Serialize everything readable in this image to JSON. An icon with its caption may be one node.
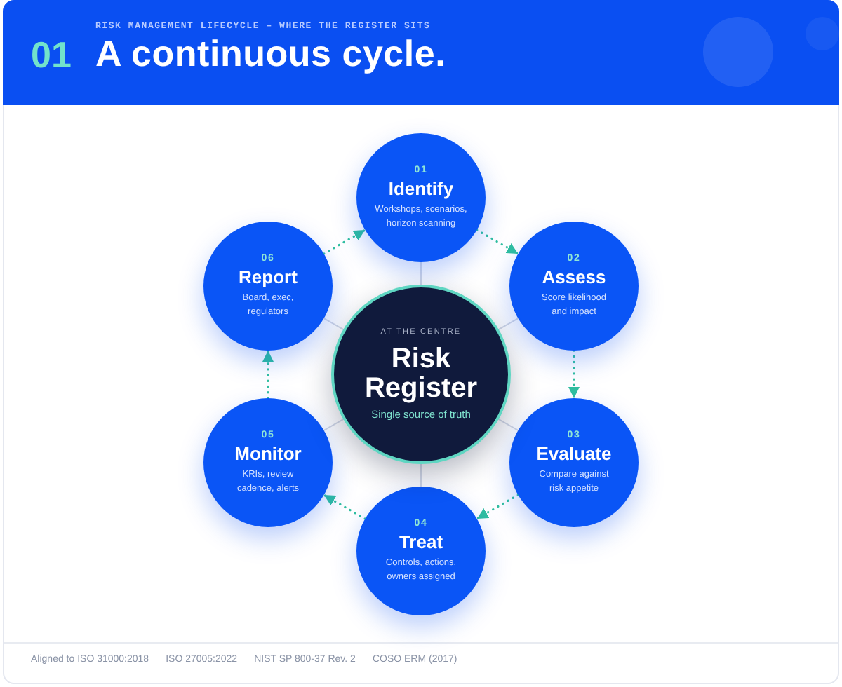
{
  "diagram": {
    "title": "A continuous cycle.",
    "nodes": [
      {
        "text": [
          "01",
          "Identify",
          "Workshops, scenarios, horizon scanning"
        ]
      },
      {
        "text": [
          "02",
          "Assess",
          "Score likelihood and impact"
        ]
      },
      {
        "text": [
          "03",
          "Evaluate",
          "Compare against risk appetite"
        ]
      },
      {
        "text": [
          "04",
          "Treat",
          "Controls, actions, owners assigned"
        ]
      },
      {
        "text": [
          "05",
          "Monitor",
          "KRIs, review cadence, alerts"
        ]
      },
      {
        "text": [
          "06",
          "Report",
          "Board, exec, regulators"
        ]
      },
      {
        "text": [
          "AT THE CENTRE",
          "Risk Register",
          "Single source of truth"
        ]
      }
    ],
    "edges": [
      {
        "from": 0,
        "to": 1,
        "arrow": "to",
        "style": "dashed",
        "color": "#2fbf9f"
      },
      {
        "from": 1,
        "to": 2,
        "arrow": "to",
        "style": "dashed",
        "color": "#2fbf9f"
      },
      {
        "from": 2,
        "to": 3,
        "arrow": "to",
        "style": "dashed",
        "color": "#2fbf9f"
      },
      {
        "from": 3,
        "to": 4,
        "arrow": "to",
        "style": "dashed",
        "color": "#2fbf9f"
      },
      {
        "from": 4,
        "to": 5,
        "arrow": "to",
        "style": "dashed",
        "color": "#2fbf9f"
      },
      {
        "from": 5,
        "to": 0,
        "arrow": "to",
        "style": "dashed",
        "color": "#2fbf9f"
      },
      {
        "from": 6,
        "to": 0,
        "arrow": "none",
        "color": "#d3d9e6"
      },
      {
        "from": 6,
        "to": 1,
        "arrow": "none",
        "color": "#d3d9e6"
      },
      {
        "from": 6,
        "to": 2,
        "arrow": "none",
        "color": "#d3d9e6"
      },
      {
        "from": 6,
        "to": 3,
        "arrow": "none",
        "color": "#d3d9e6"
      },
      {
        "from": 6,
        "to": 4,
        "arrow": "none",
        "color": "#d3d9e6"
      },
      {
        "from": 6,
        "to": 5,
        "arrow": "none",
        "color": "#d3d9e6"
      }
    ],
    "labels": [
      "RISK MANAGEMENT LIFECYCLE – WHERE THE REGISTER SITS",
      "01",
      "Aligned to ISO 31000:2018",
      "ISO 27005:2022",
      "NIST SP 800-37 Rev. 2",
      "COSO ERM (2017)"
    ]
  }
}
